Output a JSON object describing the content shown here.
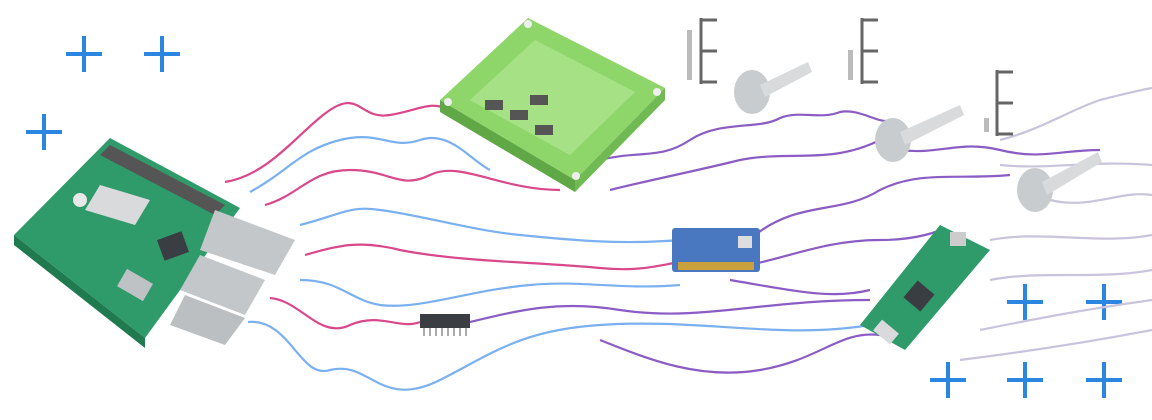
{
  "colors": {
    "background": "#ffffff",
    "plus_marks": "#2a86e0",
    "wire_pink": "#d9488a",
    "wire_blue": "#7ab0f0",
    "wire_purple": "#8a5cc4",
    "wire_lavender": "#c9c3dc",
    "board_green": "#2f9a6a",
    "breakout_green": "#8fd66a",
    "module_blue": "#4a78c0",
    "metal": "#c9cccf",
    "chip_dark": "#3a3d42"
  },
  "icons": [
    "plus-icon",
    "raspberry-pi-board",
    "terminal-breakout-board",
    "potentiometer",
    "slider-marker",
    "adc-module",
    "ic-chip",
    "microcontroller-board"
  ]
}
